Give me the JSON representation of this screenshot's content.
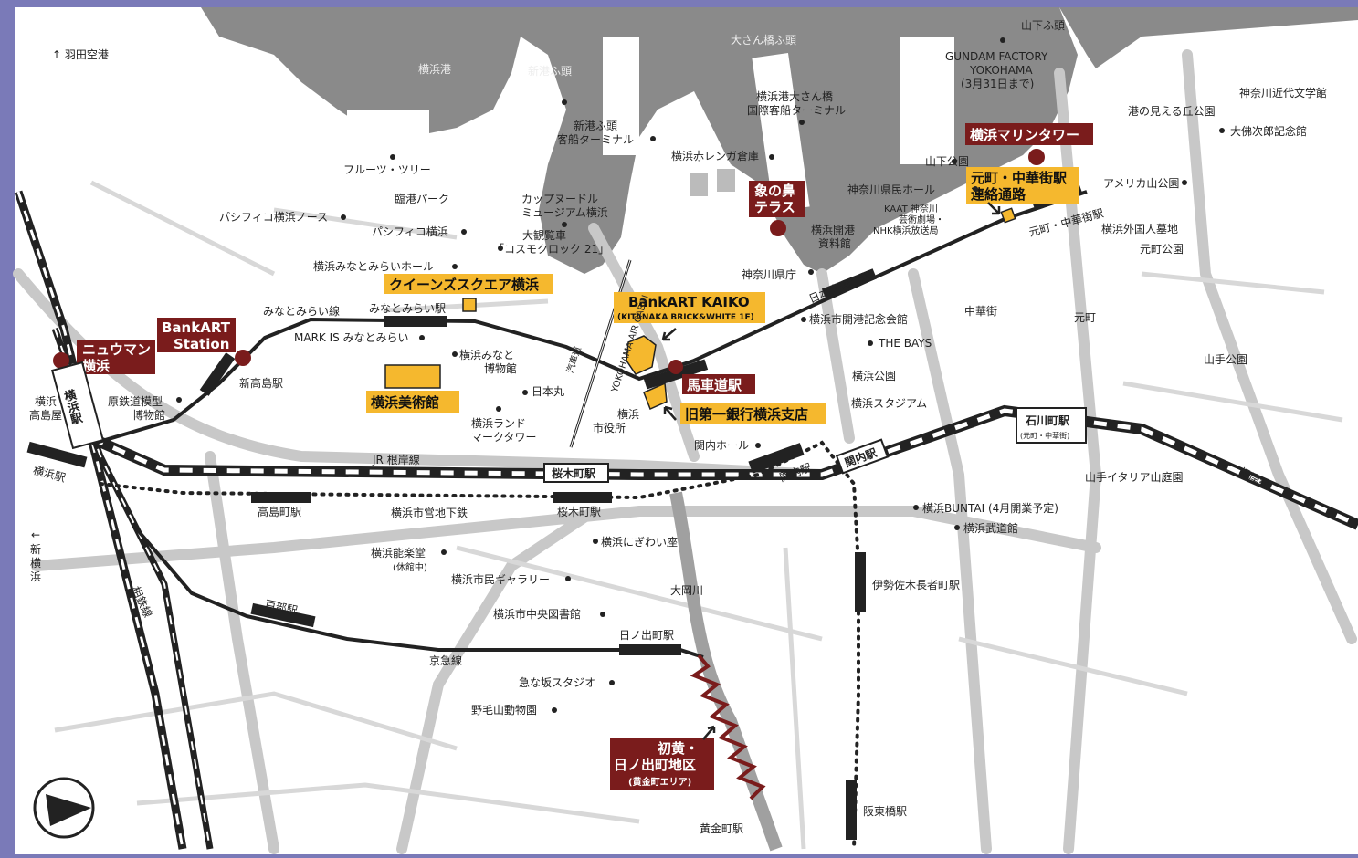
{
  "map": {
    "highlighted_venues": {
      "queens_square": "クイーンズスクエア横浜",
      "bankart_kaiko": "BankART KAIKO",
      "bankart_kaiko_sub": "(KITANAKA BRICK&WHITE 1F)",
      "museum": "横浜美術館",
      "former_bank": "旧第一銀行横浜支店",
      "motomachi_passage_1": "元町・中華街駅",
      "motomachi_passage_2": "連絡通路"
    },
    "red_labels": {
      "newoman_1": "ニュウマン",
      "newoman_2": "横浜",
      "bankart_station_1": "BankART",
      "bankart_station_2": "Station",
      "bashamichi": "馬車道駅",
      "zou_1": "象の鼻",
      "zou_2": "テラス",
      "marine_tower": "横浜マリンタワー",
      "hatsune_1": "初黄・",
      "hatsune_2": "日ノ出町地区",
      "hatsune_3": "(黄金町エリア)"
    },
    "stations": {
      "yokohama": "横浜駅",
      "shintakashima": "新高島駅",
      "minatomirai": "みなとみらい駅",
      "bashamichi": "馬車道駅",
      "sakuragicho_jr": "桜木町駅",
      "sakuragicho_subway": "桜木町駅",
      "takashimacho": "高島町駅",
      "kannai_1": "関内駅",
      "kannai_2": "関内駅",
      "ishikawacho": "石川町駅",
      "ishikawacho_sub": "(元町・中華街)",
      "motomachi_chukagai": "元町・中華街駅",
      "tobe": "戸部駅",
      "hinodecho": "日ノ出町駅",
      "koganecho": "黄金町駅",
      "isezakichojamachi": "伊勢佐木長者町駅",
      "bandobashi": "阪東橋駅",
      "yokohama_w": "横浜駅"
    },
    "lines": {
      "minatomirai_line": "みなとみらい線",
      "jr_negishi": "JR 根岸線",
      "subway": "横浜市営地下鉄",
      "keikyu": "京急線",
      "sotetsu": "相鉄線",
      "negishi": "根岸線",
      "nihon_odori": "日本大通り駅",
      "ropeway_ja": "汽車道",
      "ropeway_en": "YOKOHAMA AIR CABIN"
    },
    "places": {
      "haneda": "羽田空港",
      "shin_yokohama_1": "新",
      "shin_yokohama_2": "横",
      "shin_yokohama_3": "浜",
      "yokohama_port": "横浜港",
      "shinko_futo": "新港ふ頭",
      "osanbashi_futo": "大さん橋ふ頭",
      "yamashita_futo": "山下ふ頭",
      "gundam_1": "GUNDAM FACTORY",
      "gundam_2": "YOKOHAMA",
      "gundam_3": "(3月31日まで)",
      "osanbashi_terminal_1": "横浜港大さん橋",
      "osanbashi_terminal_2": "国際客船ターミナル",
      "shinko_terminal_1": "新港ふ頭",
      "shinko_terminal_2": "客船ターミナル",
      "akarenga": "横浜赤レンガ倉庫",
      "fruits_tree": "フルーツ・ツリー",
      "rinko_park": "臨港パーク",
      "cupnoodle_1": "カップヌードル",
      "cupnoodle_2": "ミュージアム横浜",
      "pacifico_north": "パシフィコ横浜ノース",
      "pacifico": "パシフィコ横浜",
      "ferris_1": "大観覧車",
      "ferris_2": "「コスモクロック 21」",
      "mm_hall": "横浜みなとみらいホール",
      "markis": "MARK IS みなとみらい",
      "port_museum_1": "横浜みなと",
      "port_museum_2": "博物館",
      "nippon_maru": "日本丸",
      "landmark_1": "横浜ランド",
      "landmark_2": "マークタワー",
      "city_hall_1": "横浜",
      "city_hall_2": "市役所",
      "hara_museum_1": "原鉄道模型",
      "hara_museum_2": "博物館",
      "takashimaya_1": "横浜",
      "takashimaya_2": "高島屋",
      "kanagawa_kenmin": "神奈川県民ホール",
      "kaat_1": "KAAT 神奈川",
      "kaat_2": "芸術劇場・",
      "kaat_3": "NHK横浜放送局",
      "kaikou_1": "横浜開港",
      "kaikou_2": "資料館",
      "prefecture": "神奈川県庁",
      "yamashita_park": "山下公園",
      "kaikou_kinen": "横浜市開港記念会館",
      "the_bays": "THE BAYS",
      "yokohama_koen": "横浜公園",
      "stadium": "横浜スタジアム",
      "chinatown": "中華街",
      "motomachi": "元町",
      "kannai_hall": "関内ホール",
      "yamate_park": "山手公園",
      "italy_garden": "山手イタリア山庭園",
      "america_park": "アメリカ山公園",
      "foreign_cemetery": "横浜外国人墓地",
      "motomachi_park": "元町公園",
      "minato_mieru": "港の見える丘公園",
      "kindai_bungaku": "神奈川近代文学館",
      "osaragi": "大佛次郎記念館",
      "buntai": "横浜BUNTAI (4月開業予定)",
      "budokan": "横浜武道館",
      "nigiwaiza": "横浜にぎわい座",
      "noh_1": "横浜能楽堂",
      "noh_2": "(休館中)",
      "citizens_gallery": "横浜市民ギャラリー",
      "central_library": "横浜市中央図書館",
      "ooka_river": "大岡川",
      "kyunazaka": "急な坂スタジオ",
      "nogeyama_zoo": "野毛山動物園"
    },
    "colors": {
      "background": "#ffffff",
      "sea": "#888888",
      "frame": "#7a7ab8",
      "highlight_yellow": "#f5b82e",
      "venue_red": "#7a1c1c",
      "road_gray": "#c8c8c8"
    },
    "icons": [
      "compass-icon",
      "arrow-up-icon",
      "arrow-left-icon",
      "pointer-arrow-icon"
    ]
  }
}
